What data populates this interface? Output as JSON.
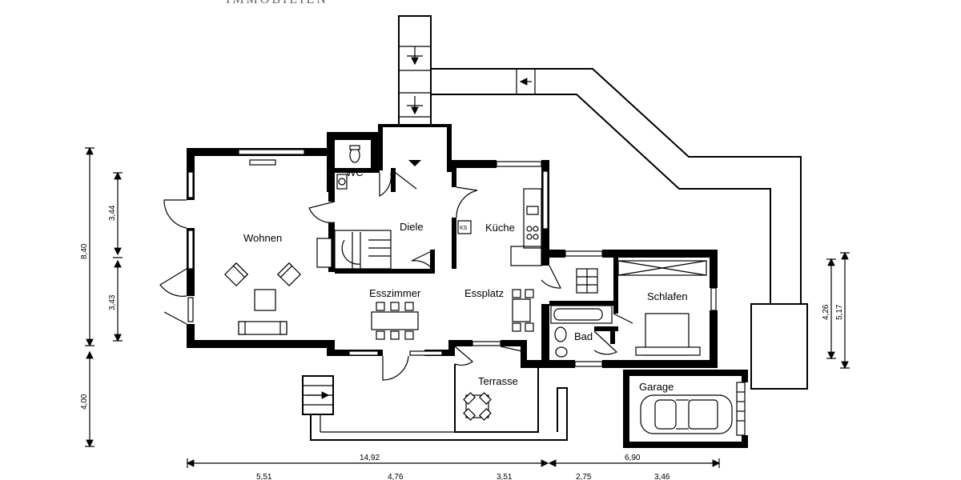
{
  "header": {
    "brand_text": "IMMOBILIEN"
  },
  "rooms": {
    "wohnen": "Wohnen",
    "wc": "WC",
    "diele": "Diele",
    "kueche": "Küche",
    "esszimmer": "Esszimmer",
    "essplatz": "Essplatz",
    "schlafen": "Schlafen",
    "bad": "Bad",
    "terrasse": "Terrasse",
    "garage": "Garage"
  },
  "fixtures": {
    "ks_label": "KS"
  },
  "dimensions": {
    "left_total": "8,40",
    "left_upper": "3,44",
    "left_lower": "3,43",
    "left_bottom": "4,00",
    "bottom_main": "14,92",
    "bottom_right": "6,90",
    "bottom_seg_1": "5,51",
    "bottom_seg_2": "4,76",
    "bottom_seg_3": "3,51",
    "bottom_seg_4": "2,75",
    "bottom_seg_5": "3,46",
    "right_inner": "4,26",
    "right_outer": "5,17"
  }
}
